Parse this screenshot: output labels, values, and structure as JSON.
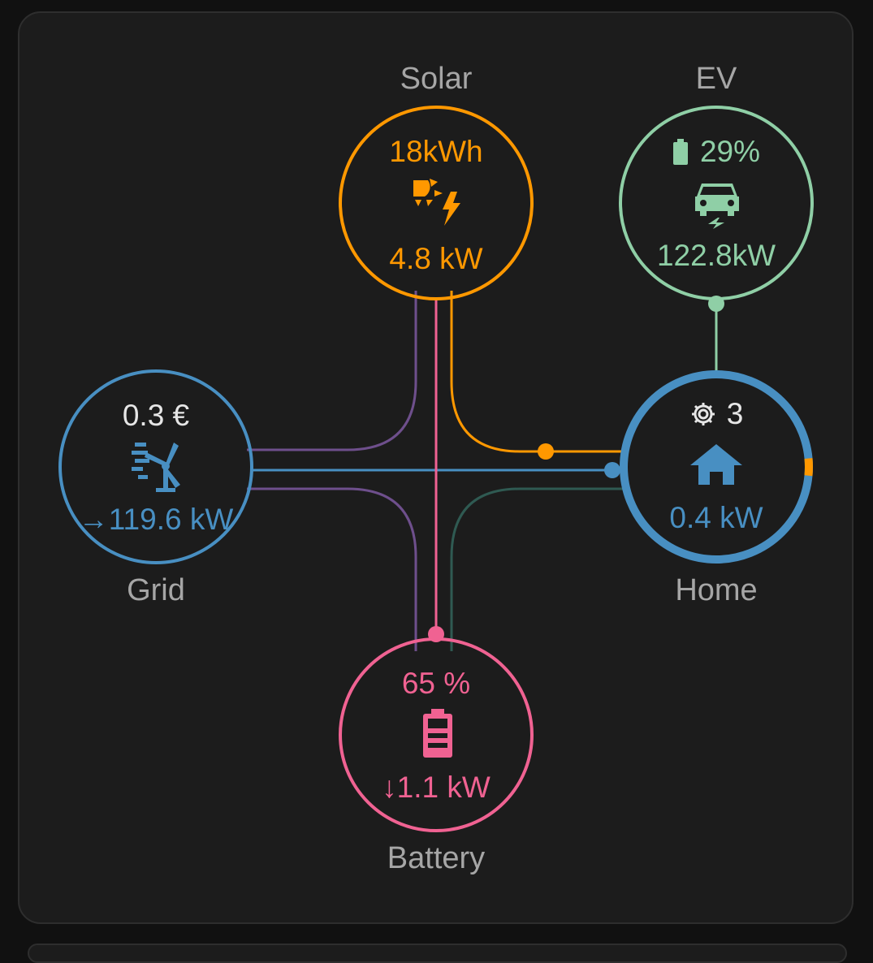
{
  "colors": {
    "solar": "#ff9800",
    "ev": "#8fcfa6",
    "grid": "#488fc2",
    "home": "#488fc2",
    "battery": "#f06292",
    "text": "#e6e6e6",
    "label": "#a6a6a6"
  },
  "solar": {
    "label": "Solar",
    "energy": "18kWh",
    "power": "4.8 kW",
    "icon": "solar-power-icon"
  },
  "ev": {
    "label": "EV",
    "soc": "29%",
    "power": "122.8kW",
    "icon": "car-electric-icon"
  },
  "grid": {
    "label": "Grid",
    "cost": "0.3 €",
    "power": "119.6 kW",
    "arrow": "→",
    "icon": "wind-turbine-icon"
  },
  "home": {
    "label": "Home",
    "devices": "3",
    "power": "0.4 kW",
    "icon": "home-icon",
    "solar_share": 0.03
  },
  "battery": {
    "label": "Battery",
    "soc": "65 %",
    "power": "1.1 kW",
    "arrow": "↓",
    "icon": "battery-icon"
  }
}
